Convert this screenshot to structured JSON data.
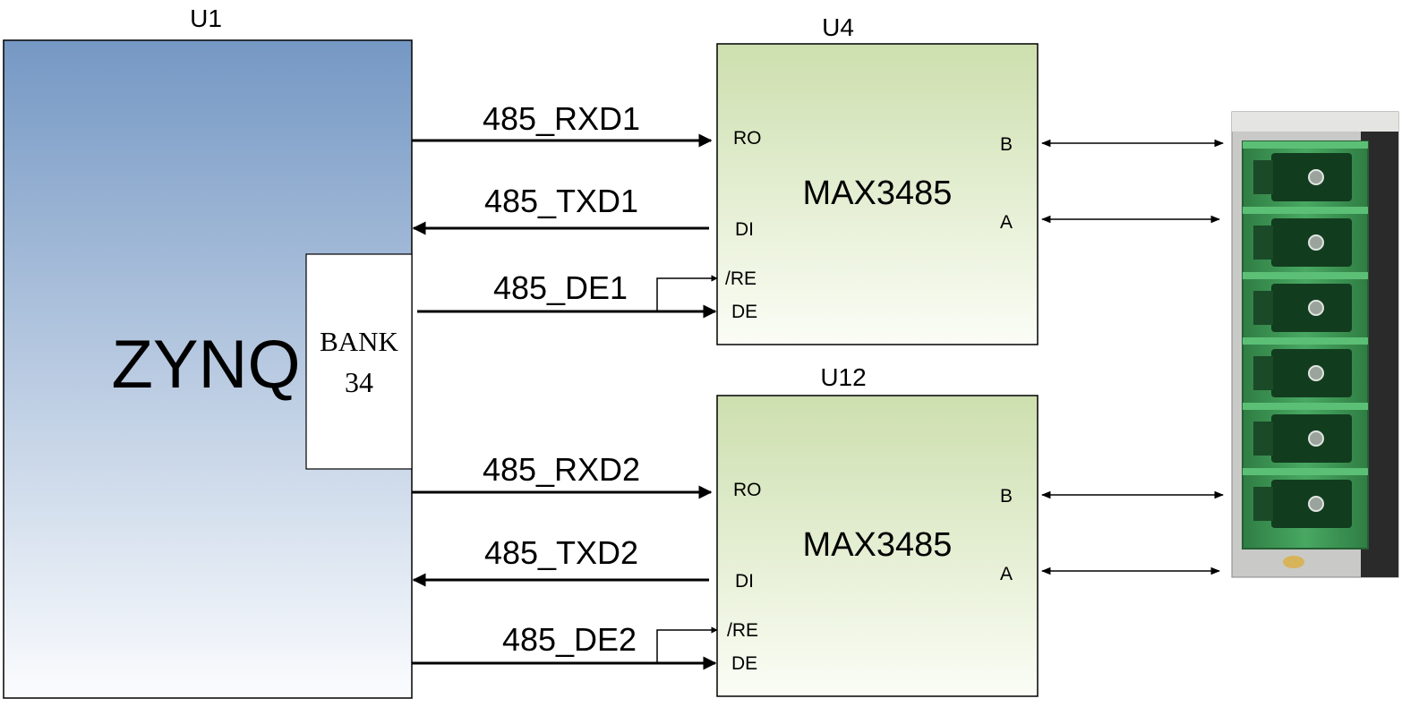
{
  "u1": {
    "ref": "U1",
    "name": "ZYNQ",
    "bank_line1": "BANK",
    "bank_line2": "34"
  },
  "transceivers": [
    {
      "ref": "U4",
      "part": "MAX3485",
      "pins": {
        "ro": "RO",
        "di": "DI",
        "re": "/RE",
        "de": "DE",
        "b": "B",
        "a": "A"
      },
      "nets": {
        "rxd": "485_RXD1",
        "txd": "485_TXD1",
        "de": "485_DE1"
      }
    },
    {
      "ref": "U12",
      "part": "MAX3485",
      "pins": {
        "ro": "RO",
        "di": "DI",
        "re": "/RE",
        "de": "DE",
        "b": "B",
        "a": "A"
      },
      "nets": {
        "rxd": "485_RXD2",
        "txd": "485_TXD2",
        "de": "485_DE2"
      }
    }
  ],
  "connector": {
    "name": "terminal-block",
    "positions": 6
  },
  "colors": {
    "zynq_top": "#7598c4",
    "zynq_bottom": "#fbfcfe",
    "chip_top": "#cddfae",
    "chip_bottom": "#fbfdf6",
    "terminal_green": "#3f9a55",
    "terminal_dark": "#0f3318"
  }
}
